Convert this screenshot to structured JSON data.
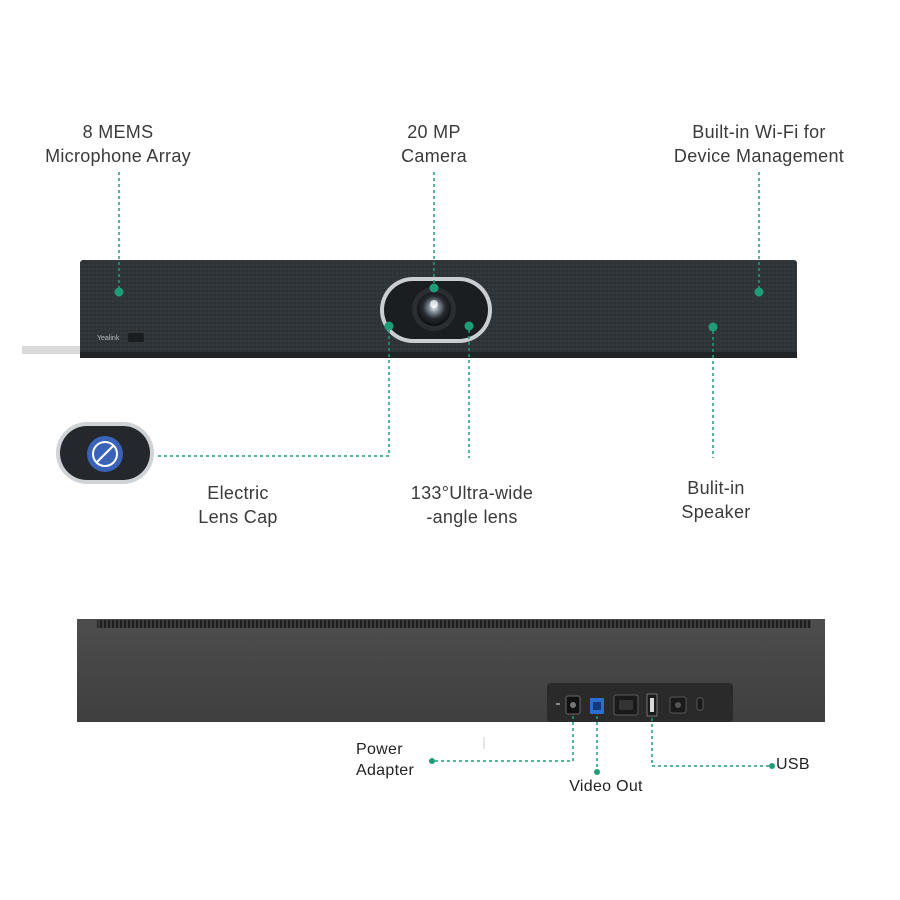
{
  "colors": {
    "leader": "#1e9e78",
    "device_body": "#2d3236",
    "rear_body": "#4a4a4a",
    "cap_blue": "#3a63b8"
  },
  "device": {
    "brand": "Yealink"
  },
  "callouts": {
    "mics": {
      "line1": "8 MEMS",
      "line2": "Microphone Array"
    },
    "camera": {
      "line1": "20 MP",
      "line2": "Camera"
    },
    "wifi": {
      "line1": "Built-in Wi-Fi for",
      "line2": "Device Management"
    },
    "lens_cap": {
      "line1": "Electric",
      "line2": "Lens Cap"
    },
    "lens": {
      "line1": "133°Ultra-wide",
      "line2": "-angle lens"
    },
    "speaker": {
      "line1": "Bulit-in",
      "line2": "Speaker"
    }
  },
  "ports": {
    "power": {
      "line1": "Power",
      "line2": "Adapter"
    },
    "video": {
      "line1": "Video Out"
    },
    "usb": {
      "line1": "USB"
    }
  }
}
